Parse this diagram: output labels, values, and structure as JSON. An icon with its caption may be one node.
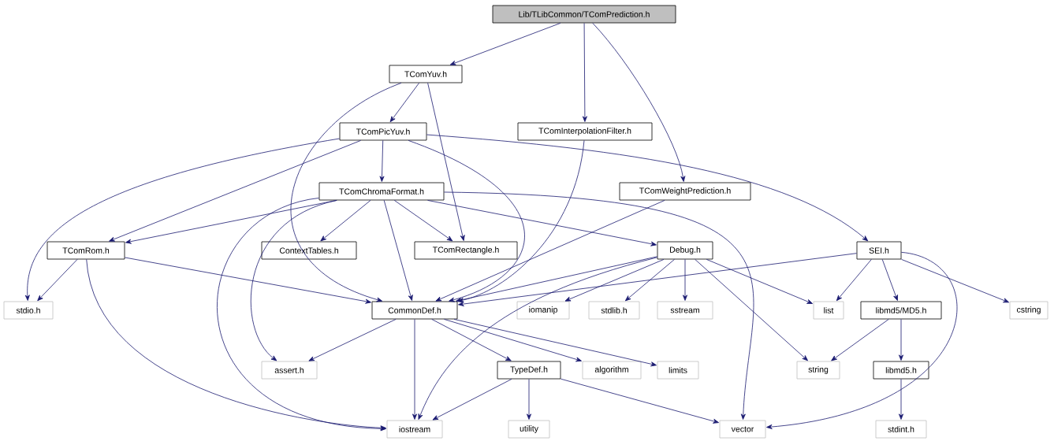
{
  "diagram": {
    "nodes": [
      {
        "text": [
          "Lib/TLibCommon/TComPrediction.h"
        ]
      },
      {
        "text": [
          "TComYuv.h"
        ]
      },
      {
        "text": [
          "TComPicYuv.h"
        ]
      },
      {
        "text": [
          "TComInterpolationFilter.h"
        ]
      },
      {
        "text": [
          "TComChromaFormat.h"
        ]
      },
      {
        "text": [
          "TComWeightPrediction.h"
        ]
      },
      {
        "text": [
          "TComRom.h"
        ]
      },
      {
        "text": [
          "ContextTables.h"
        ]
      },
      {
        "text": [
          "TComRectangle.h"
        ]
      },
      {
        "text": [
          "Debug.h"
        ]
      },
      {
        "text": [
          "SEI.h"
        ]
      },
      {
        "text": [
          "stdio.h"
        ]
      },
      {
        "text": [
          "CommonDef.h"
        ]
      },
      {
        "text": [
          "iomanip"
        ]
      },
      {
        "text": [
          "stdlib.h"
        ]
      },
      {
        "text": [
          "sstream"
        ]
      },
      {
        "text": [
          "list"
        ]
      },
      {
        "text": [
          "libmd5/MD5.h"
        ]
      },
      {
        "text": [
          "cstring"
        ]
      },
      {
        "text": [
          "assert.h"
        ]
      },
      {
        "text": [
          "TypeDef.h"
        ]
      },
      {
        "text": [
          "algorithm"
        ]
      },
      {
        "text": [
          "limits"
        ]
      },
      {
        "text": [
          "string"
        ]
      },
      {
        "text": [
          "libmd5.h"
        ]
      },
      {
        "text": [
          "iostream"
        ]
      },
      {
        "text": [
          "utility"
        ]
      },
      {
        "text": [
          "vector"
        ]
      },
      {
        "text": [
          "stdint.h"
        ]
      }
    ],
    "edges": [
      {
        "from": 0,
        "to": 1,
        "arrow": "to"
      },
      {
        "from": 0,
        "to": 3,
        "arrow": "to"
      },
      {
        "from": 0,
        "to": 5,
        "arrow": "to"
      },
      {
        "from": 1,
        "to": 2,
        "arrow": "to"
      },
      {
        "from": 1,
        "to": 12,
        "arrow": "to"
      },
      {
        "from": 1,
        "to": 8,
        "arrow": "to"
      },
      {
        "from": 2,
        "to": 4,
        "arrow": "to"
      },
      {
        "from": 2,
        "to": 6,
        "arrow": "to"
      },
      {
        "from": 2,
        "to": 11,
        "arrow": "to"
      },
      {
        "from": 2,
        "to": 12,
        "arrow": "to"
      },
      {
        "from": 2,
        "to": 10,
        "arrow": "to"
      },
      {
        "from": 3,
        "to": 12,
        "arrow": "to"
      },
      {
        "from": 4,
        "to": 6,
        "arrow": "to"
      },
      {
        "from": 4,
        "to": 7,
        "arrow": "to"
      },
      {
        "from": 4,
        "to": 8,
        "arrow": "to"
      },
      {
        "from": 4,
        "to": 12,
        "arrow": "to"
      },
      {
        "from": 4,
        "to": 9,
        "arrow": "to"
      },
      {
        "from": 4,
        "to": 27,
        "arrow": "to"
      },
      {
        "from": 4,
        "to": 19,
        "arrow": "to"
      },
      {
        "from": 4,
        "to": 25,
        "arrow": "to"
      },
      {
        "from": 5,
        "to": 12,
        "arrow": "to"
      },
      {
        "from": 6,
        "to": 11,
        "arrow": "to"
      },
      {
        "from": 6,
        "to": 12,
        "arrow": "to"
      },
      {
        "from": 6,
        "to": 25,
        "arrow": "to"
      },
      {
        "from": 9,
        "to": 12,
        "arrow": "to"
      },
      {
        "from": 9,
        "to": 13,
        "arrow": "to"
      },
      {
        "from": 9,
        "to": 14,
        "arrow": "to"
      },
      {
        "from": 9,
        "to": 15,
        "arrow": "to"
      },
      {
        "from": 9,
        "to": 16,
        "arrow": "to"
      },
      {
        "from": 9,
        "to": 23,
        "arrow": "to"
      },
      {
        "from": 9,
        "to": 25,
        "arrow": "to"
      },
      {
        "from": 10,
        "to": 12,
        "arrow": "to"
      },
      {
        "from": 10,
        "to": 16,
        "arrow": "to"
      },
      {
        "from": 10,
        "to": 17,
        "arrow": "to"
      },
      {
        "from": 10,
        "to": 18,
        "arrow": "to"
      },
      {
        "from": 10,
        "to": 27,
        "arrow": "to"
      },
      {
        "from": 12,
        "to": 19,
        "arrow": "to"
      },
      {
        "from": 12,
        "to": 25,
        "arrow": "to"
      },
      {
        "from": 12,
        "to": 20,
        "arrow": "to"
      },
      {
        "from": 12,
        "to": 21,
        "arrow": "to"
      },
      {
        "from": 12,
        "to": 22,
        "arrow": "to"
      },
      {
        "from": 17,
        "to": 23,
        "arrow": "to"
      },
      {
        "from": 17,
        "to": 24,
        "arrow": "to"
      },
      {
        "from": 20,
        "to": 25,
        "arrow": "to"
      },
      {
        "from": 20,
        "to": 26,
        "arrow": "to"
      },
      {
        "from": 20,
        "to": 27,
        "arrow": "to"
      },
      {
        "from": 24,
        "to": 28,
        "arrow": "to"
      }
    ]
  }
}
